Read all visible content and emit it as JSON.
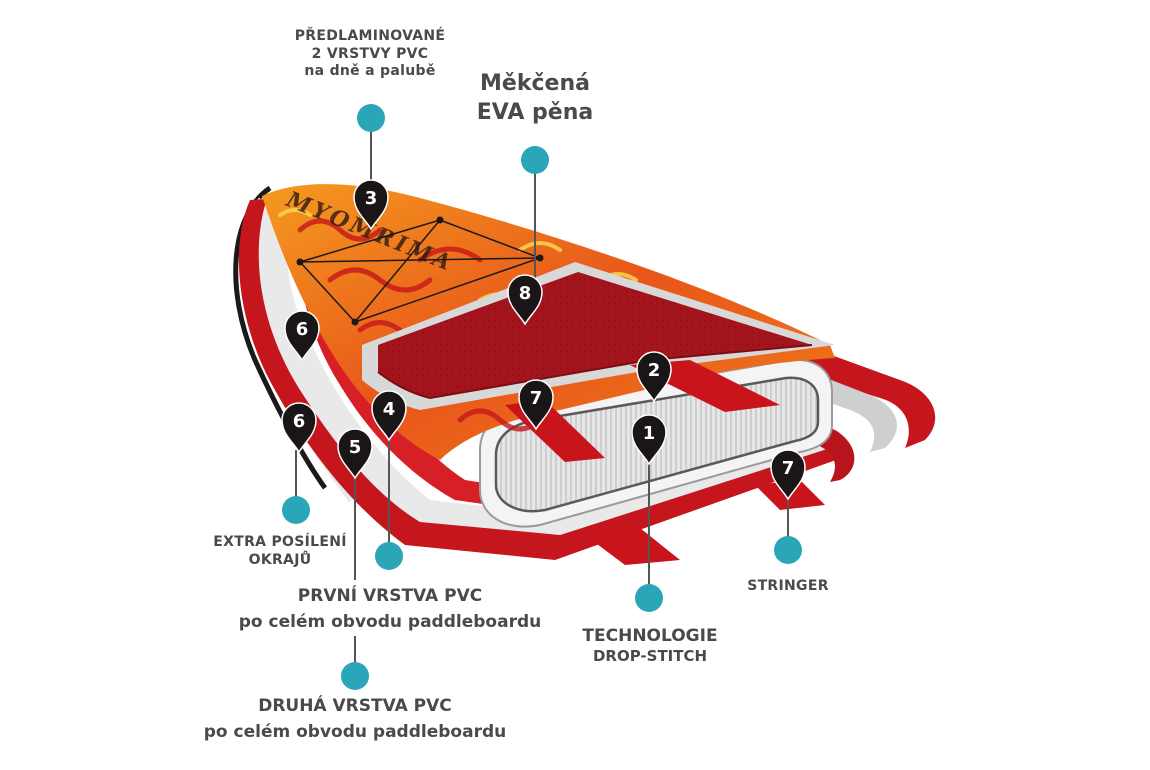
{
  "colors": {
    "dot": "#2aa6b8",
    "line": "#555555",
    "marker": "#1a1516",
    "board_red": "#c4161c",
    "board_orange": "#f08a1c",
    "pad": "#a3141c",
    "marker_text": "#ffffff"
  },
  "labels": {
    "predlaminovane": [
      "PŘEDLAMINOVANÉ",
      "2 VRSTVY PVC",
      "na dně a palubě"
    ],
    "eva": [
      "Měkčená",
      "EVA pěna"
    ],
    "extra": [
      "EXTRA POSÍLENÍ",
      "OKRAJŮ"
    ],
    "prvni": [
      "PRVNÍ VRSTVA PVC",
      "po celém obvodu paddleboardu"
    ],
    "druha": [
      "DRUHÁ VRSTVA PVC",
      "po celém obvodu paddleboardu"
    ],
    "technologie": [
      "TECHNOLOGIE",
      "DROP-STITCH"
    ],
    "stringer": [
      "STRINGER"
    ]
  },
  "markers": [
    "3",
    "8",
    "6",
    "6",
    "4",
    "5",
    "7",
    "2",
    "1",
    "7"
  ],
  "deck_logo_text": "MYOMRIMA"
}
